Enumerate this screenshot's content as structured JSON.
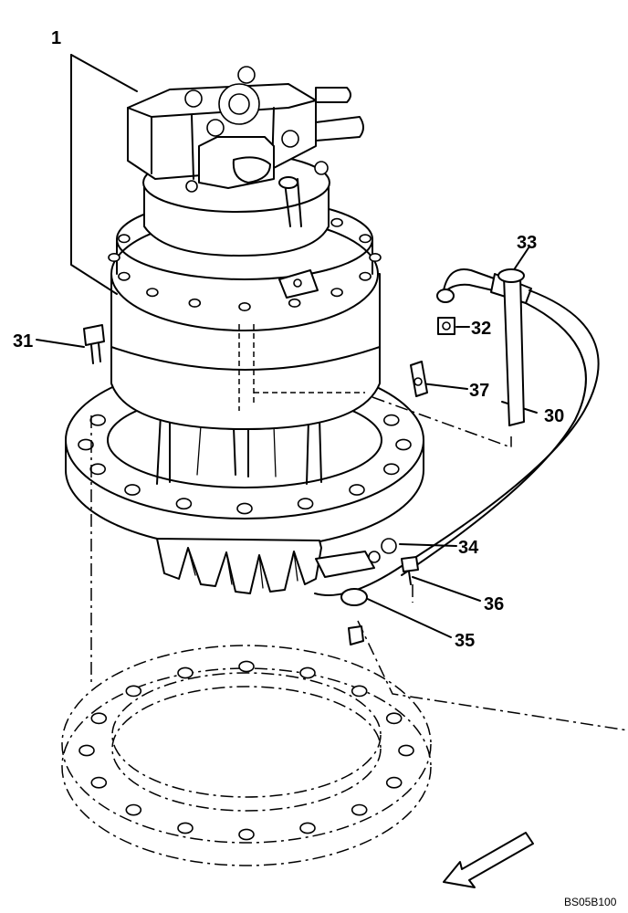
{
  "callouts": {
    "c1": "1",
    "c30": "30",
    "c31": "31",
    "c32": "32",
    "c33": "33",
    "c34": "34",
    "c35": "35",
    "c36": "36",
    "c37": "37"
  },
  "drawing_code": "BS05B100",
  "colors": {
    "line": "#000000",
    "background": "#ffffff"
  }
}
